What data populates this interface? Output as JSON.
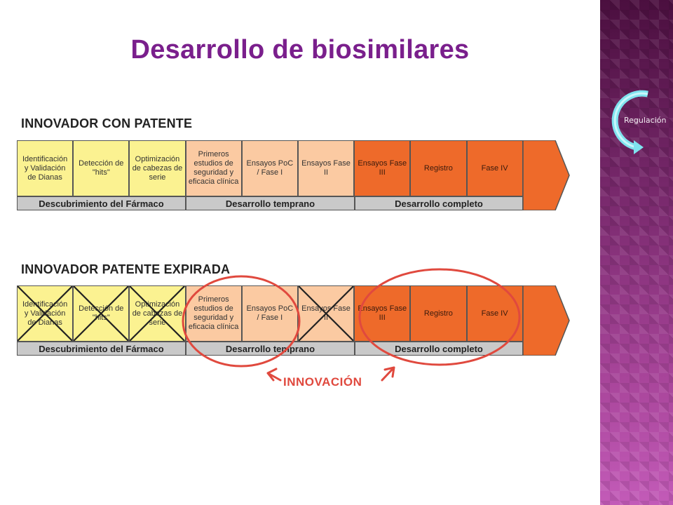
{
  "title": "Desarrollo de biosimilares",
  "side_nav": {
    "label": "Regulación",
    "accent": "#7fe3ef"
  },
  "colors": {
    "yellow": "#fbf291",
    "peach": "#fbcaa2",
    "orange": "#ee6a2a",
    "phase": "#c9c9c9",
    "circle": "#e0493e"
  },
  "patent": {
    "title": "INNOVADOR CON PATENTE",
    "steps": [
      {
        "label": "Identificación y Validación de Dianas",
        "color": "yellow"
      },
      {
        "label": "Detección de \"hits\"",
        "color": "yellow"
      },
      {
        "label": "Optimización de cabezas de serie",
        "color": "yellow"
      },
      {
        "label": "Primeros estudios de seguridad y eficacia clínica",
        "color": "peach"
      },
      {
        "label": "Ensayos PoC / Fase I",
        "color": "peach"
      },
      {
        "label": "Ensayos Fase II",
        "color": "peach"
      },
      {
        "label": "Ensayos Fase III",
        "color": "orange"
      },
      {
        "label": "Registro",
        "color": "orange"
      },
      {
        "label": "Fase IV",
        "color": "orange"
      }
    ],
    "phases": [
      "Descubrimiento del Fármaco",
      "Desarrollo temprano",
      "Desarrollo completo"
    ]
  },
  "expired": {
    "title": "INNOVADOR PATENTE EXPIRADA",
    "steps": [
      {
        "label": "Identificación y Validación de Dianas",
        "color": "yellow",
        "crossed": true
      },
      {
        "label": "Detección de \"hits\"",
        "color": "yellow",
        "crossed": true
      },
      {
        "label": "Optimización de cabezas de serie",
        "color": "yellow",
        "crossed": true
      },
      {
        "label": "Primeros estudios de seguridad y eficacia clínica",
        "color": "peach"
      },
      {
        "label": "Ensayos PoC / Fase I",
        "color": "peach"
      },
      {
        "label": "Ensayos Fase II",
        "color": "peach",
        "crossed": true
      },
      {
        "label": "Ensayos Fase III",
        "color": "orange"
      },
      {
        "label": "Registro",
        "color": "orange"
      },
      {
        "label": "Fase IV",
        "color": "orange"
      }
    ],
    "phases": [
      "Descubrimiento del Fármaco",
      "Desarrollo temprano",
      "Desarrollo completo"
    ],
    "annotation": "INNOVACIÓN"
  }
}
